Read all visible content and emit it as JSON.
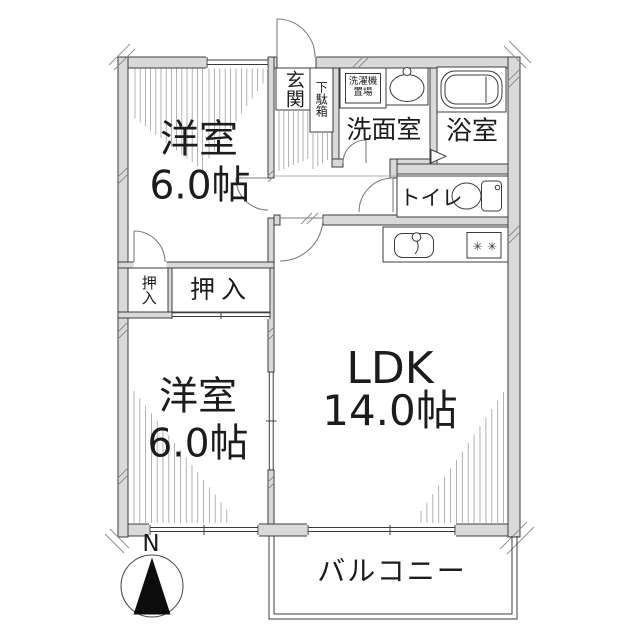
{
  "floor_plan": {
    "rooms": {
      "bedroom_top": {
        "name": "洋室",
        "size": "6.0帖"
      },
      "bedroom_bottom": {
        "name": "洋室",
        "size": "6.0帖"
      },
      "ldk": {
        "name": "LDK",
        "size": "14.0帖"
      },
      "entrance": {
        "name": "玄関"
      },
      "shoe_cabinet": {
        "name": "下駄箱"
      },
      "laundry_area": {
        "name": "洗濯機置場",
        "line1": "洗濯機",
        "line2": "置場"
      },
      "washroom": {
        "name": "洗面室"
      },
      "bathroom": {
        "name": "浴室"
      },
      "toilet": {
        "name": "トイレ"
      },
      "closet_small": {
        "name": "押入"
      },
      "closet_large": {
        "name": "押入"
      },
      "balcony": {
        "name": "バルコニー"
      }
    },
    "compass": {
      "north_label": "N"
    },
    "icons": {
      "burner_glyph": "✳",
      "compass_arrow": "north-arrow"
    },
    "colors": {
      "wall_fill": "#d9d9d9",
      "outline": "#3c3c3c",
      "door_arc": "#7d7d7d",
      "hatch": "#a0a0a0"
    }
  }
}
